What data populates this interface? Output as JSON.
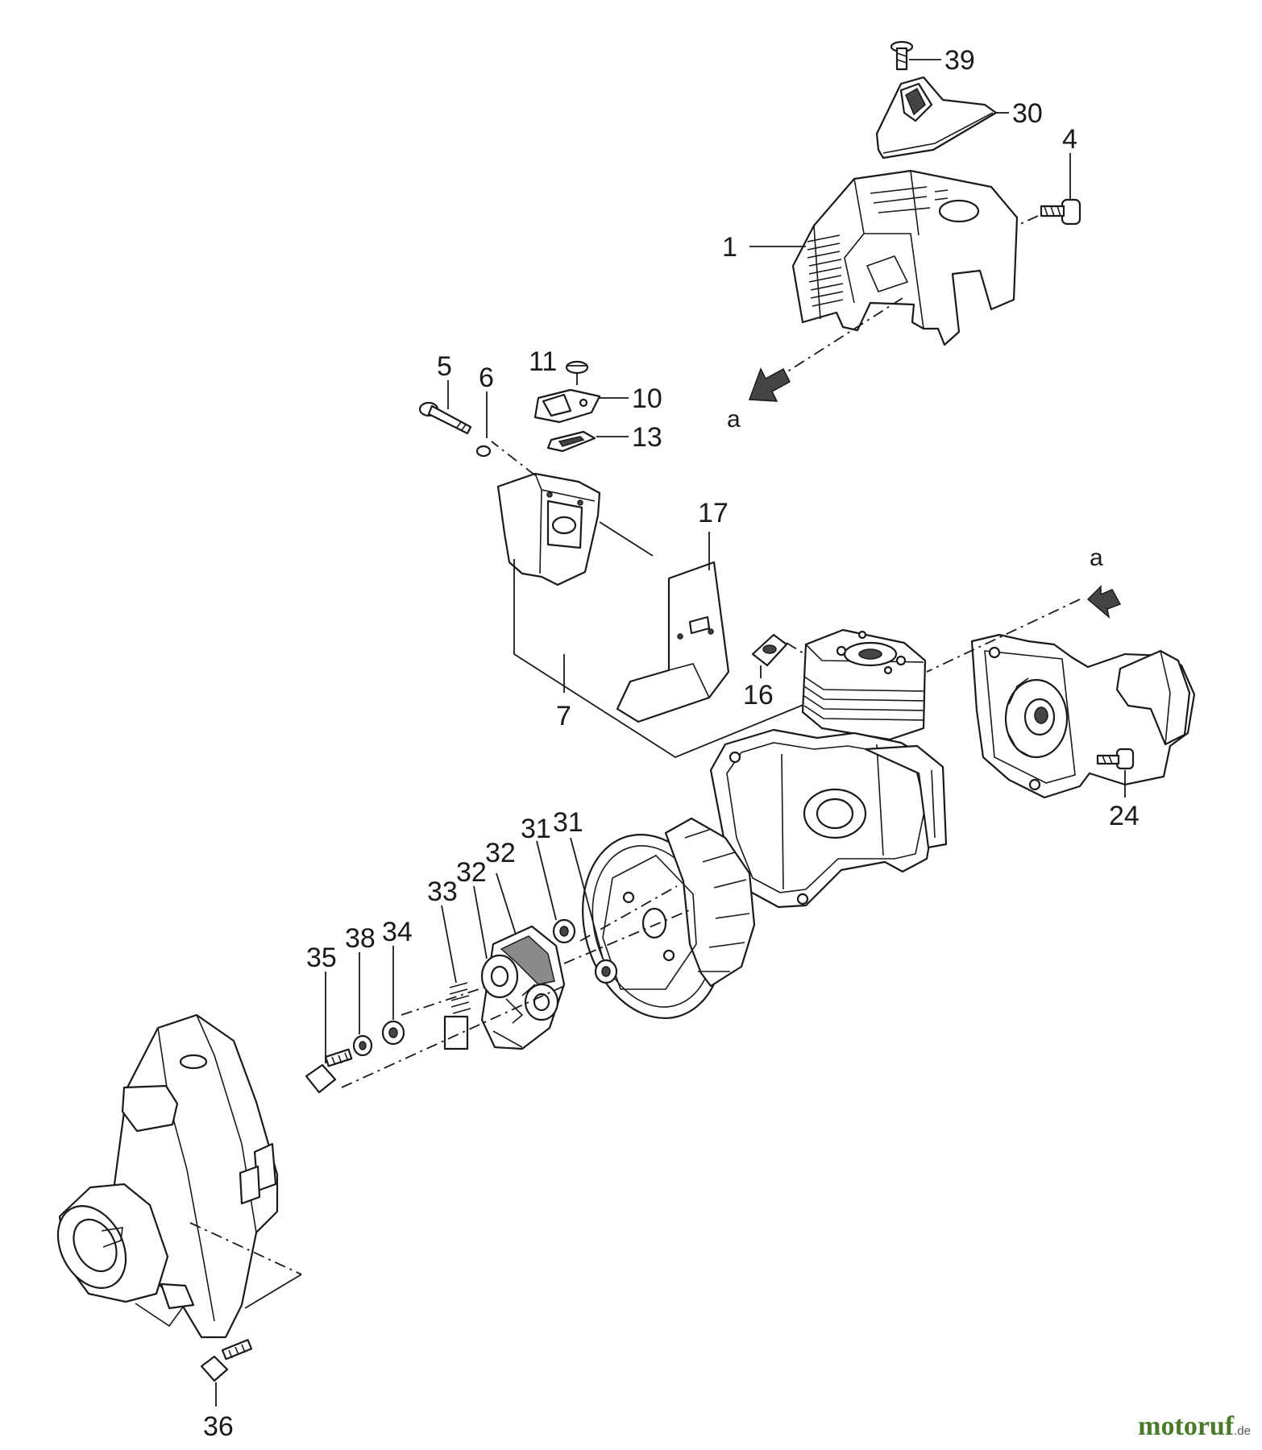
{
  "labels": {
    "p39": "39",
    "p30": "30",
    "p4": "4",
    "p1": "1",
    "p11": "11",
    "p10": "10",
    "p13": "13",
    "p5": "5",
    "p6": "6",
    "p17": "17",
    "p16": "16",
    "p7": "7",
    "p24": "24",
    "p31a": "31",
    "p31b": "31",
    "p32a": "32",
    "p32b": "32",
    "p33": "33",
    "p34": "34",
    "p38": "38",
    "p35": "35",
    "p36": "36"
  },
  "markers": {
    "a_top": "a",
    "a_right": "a"
  },
  "brand": {
    "name": "motoruf",
    "tld": ".de"
  },
  "colors": {
    "line": "#1a1a1a",
    "brand": "#4a7a2a"
  }
}
